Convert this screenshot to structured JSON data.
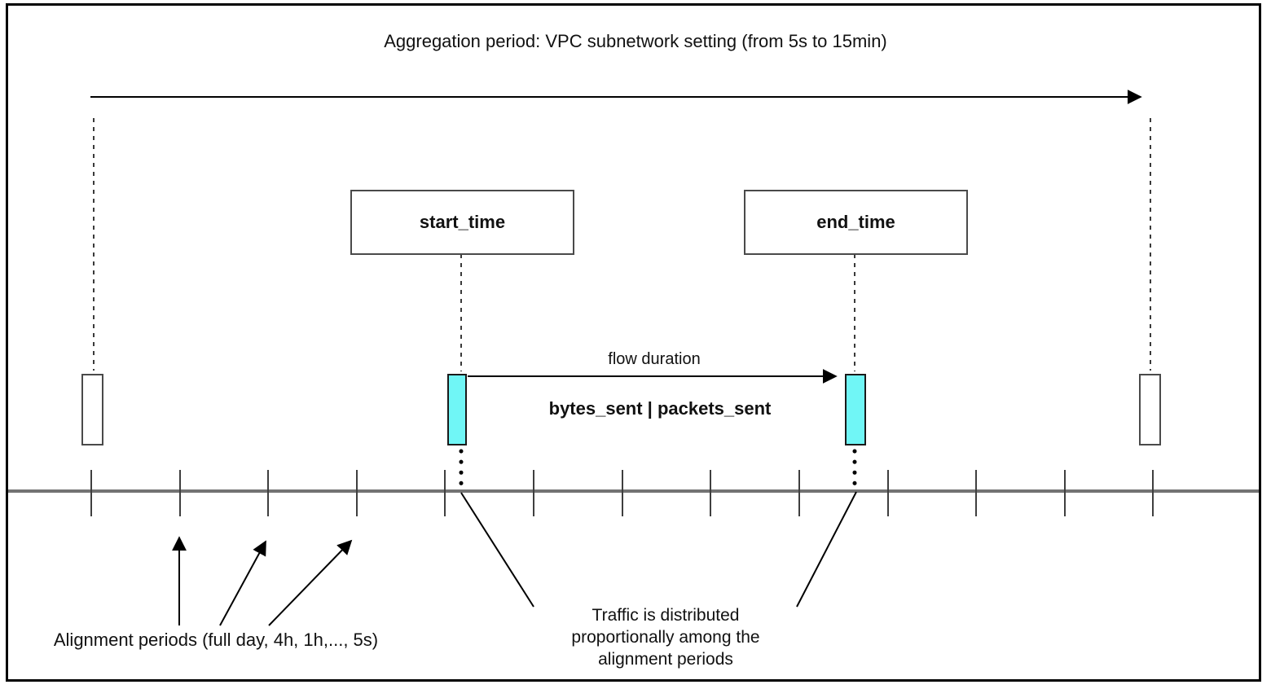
{
  "title": "Aggregation period: VPC subnetwork setting (from 5s to 15min)",
  "markers": {
    "start_box_label": "start_time",
    "end_box_label": "end_time"
  },
  "flow": {
    "duration_label": "flow duration",
    "metrics_label": "bytes_sent | packets_sent"
  },
  "annotations": {
    "alignment_periods_label": "Alignment periods (full day, 4h, 1h,..., 5s)",
    "traffic_note": [
      "Traffic is distributed",
      "proportionally among the",
      "alignment periods"
    ]
  },
  "timeline": {
    "tick_count": 13
  },
  "colors": {
    "flow_marker_fill": "#70f6f6",
    "flow_marker_border": "#1a1a1a",
    "timeline_line": "#737373",
    "tick_line": "#3f3f3f",
    "arrow_line": "#000000",
    "dashed_line": "#3a3a3a",
    "box_border": "#4a4a4a",
    "text": "#111111",
    "background": "#ffffff"
  }
}
